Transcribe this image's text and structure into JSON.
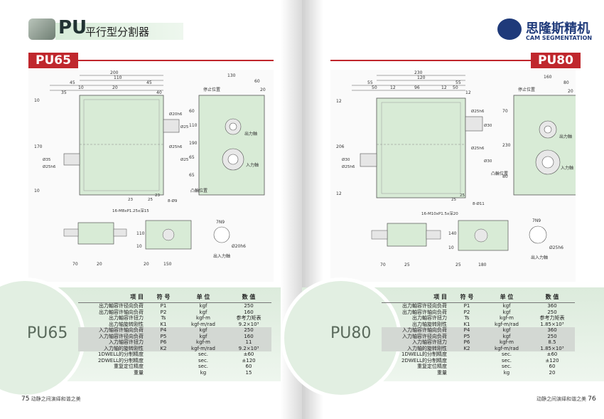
{
  "header": {
    "title": "PU",
    "subtitle": "平行型分割器",
    "brand_cn": "思隆斯精机",
    "brand_en": "CAM SEGMENTATION"
  },
  "left": {
    "model": "PU65",
    "model_big": "PU65",
    "page_number": "75",
    "footer_text": "动静之间演绎和谐之美",
    "dims": {
      "top": [
        "200",
        "110",
        "45",
        "10",
        "20",
        "45",
        "35",
        "40",
        "10",
        "20"
      ],
      "right": [
        "130",
        "60",
        "20"
      ],
      "side_left": [
        "170",
        "10",
        "10",
        "Ø35",
        "Ø25h6"
      ],
      "side_mid": [
        "Ø20h6",
        "Ø25",
        "Ø25h6",
        "Ø25",
        "8-Ø9",
        "23",
        "25",
        "23",
        "60",
        "110",
        "190",
        "65",
        "65"
      ],
      "bottom": [
        "16-M8xP1.25x深15",
        "70",
        "20",
        "20",
        "150",
        "10",
        "110",
        "7N9",
        "Ø20h6"
      ],
      "labels": [
        "停止位置",
        "出力軸",
        "入力軸",
        "凸輪位置",
        "出入力軸"
      ]
    },
    "table": {
      "headers": [
        "项  目",
        "符 号",
        "单 位",
        "数 值"
      ],
      "rows": [
        {
          "item": "出力軸容许径向负荷",
          "sym": "P1",
          "unit": "kgf",
          "val": "250",
          "hl": false
        },
        {
          "item": "出力軸容许轴向负荷",
          "sym": "P2",
          "unit": "kgf",
          "val": "160",
          "hl": false
        },
        {
          "item": "出力軸容许扭力",
          "sym": "Ts",
          "unit": "kgf-m",
          "val": "参考力矩表",
          "hl": false
        },
        {
          "item": "出力轴旋转刚性",
          "sym": "K1",
          "unit": "kgf-m/rad",
          "val": "9.2×10³",
          "hl": false
        },
        {
          "item": "入力轴容许轴向负荷",
          "sym": "P4",
          "unit": "kgf",
          "val": "250",
          "hl": true
        },
        {
          "item": "入力轴容许径向负荷",
          "sym": "P5",
          "unit": "kgf",
          "val": "160",
          "hl": true
        },
        {
          "item": "入力轴容许扭力",
          "sym": "P6",
          "unit": "kgf-m",
          "val": "11",
          "hl": true
        },
        {
          "item": "入力轴的旋转刚性",
          "sym": "K2",
          "unit": "kgf-m/rad",
          "val": "9.2×10³",
          "hl": true
        },
        {
          "item": "1DWELL的分制精度",
          "sym": "",
          "unit": "sec.",
          "val": "±60",
          "hl": false
        },
        {
          "item": "2DWELL的分制精度",
          "sym": "",
          "unit": "sec.",
          "val": "±120",
          "hl": false
        },
        {
          "item": "重复定位精度",
          "sym": "",
          "unit": "sec.",
          "val": "60",
          "hl": false
        },
        {
          "item": "重量",
          "sym": "",
          "unit": "kg",
          "val": "15",
          "hl": false
        }
      ]
    }
  },
  "right": {
    "model": "PU80",
    "model_big": "PU80",
    "page_number": "76",
    "footer_text": "动静之间演绎和谐之美",
    "dims": {
      "top": [
        "230",
        "120",
        "55",
        "50",
        "12",
        "96",
        "12",
        "50",
        "55",
        "12"
      ],
      "right": [
        "160",
        "80",
        "20"
      ],
      "side_left": [
        "12",
        "206",
        "12",
        "Ø30",
        "Ø25h6"
      ],
      "side_mid": [
        "Ø25h6",
        "Ø30",
        "Ø25h6",
        "Ø30",
        "8-Ø11",
        "25",
        "25",
        "70",
        "230",
        "80"
      ],
      "bottom": [
        "16-M10xP1.5x深20",
        "70",
        "25",
        "25",
        "180",
        "10",
        "140",
        "7N9",
        "Ø25h6"
      ],
      "labels": [
        "停止位置",
        "出力軸",
        "入力軸",
        "凸輪位置",
        "出入力軸"
      ]
    },
    "table": {
      "headers": [
        "项  目",
        "符 号",
        "单 位",
        "数 值"
      ],
      "rows": [
        {
          "item": "出力軸容许径向负荷",
          "sym": "P1",
          "unit": "kgf",
          "val": "360",
          "hl": false
        },
        {
          "item": "出力軸容许轴向负荷",
          "sym": "P2",
          "unit": "kgf",
          "val": "250",
          "hl": false
        },
        {
          "item": "出力軸容许扭力",
          "sym": "Ts",
          "unit": "kgf-m",
          "val": "参考力矩表",
          "hl": false
        },
        {
          "item": "出力轴旋转刚性",
          "sym": "K1",
          "unit": "kgf-m/rad",
          "val": "1.85×10³",
          "hl": false
        },
        {
          "item": "入力轴容许轴向负荷",
          "sym": "P4",
          "unit": "kgf",
          "val": "360",
          "hl": true
        },
        {
          "item": "入力轴容许径向负荷",
          "sym": "P5",
          "unit": "kgf",
          "val": "250",
          "hl": true
        },
        {
          "item": "入力轴容许扭力",
          "sym": "P6",
          "unit": "kgf-m",
          "val": "8.5",
          "hl": true
        },
        {
          "item": "入力轴的旋转刚性",
          "sym": "K2",
          "unit": "kgf-m/rad",
          "val": "1.85×10³",
          "hl": true
        },
        {
          "item": "1DWELL的分制精度",
          "sym": "",
          "unit": "sec.",
          "val": "±60",
          "hl": false
        },
        {
          "item": "2DWELL的分制精度",
          "sym": "",
          "unit": "sec.",
          "val": "±120",
          "hl": false
        },
        {
          "item": "重复定位精度",
          "sym": "",
          "unit": "sec.",
          "val": "60",
          "hl": false
        },
        {
          "item": "重量",
          "sym": "",
          "unit": "kg",
          "val": "20",
          "hl": false
        }
      ]
    }
  },
  "colors": {
    "accent_red": "#c0272d",
    "body_green": "#d8ebd6",
    "band_green": "#dcebdc",
    "brand_blue": "#1f3a7a"
  }
}
